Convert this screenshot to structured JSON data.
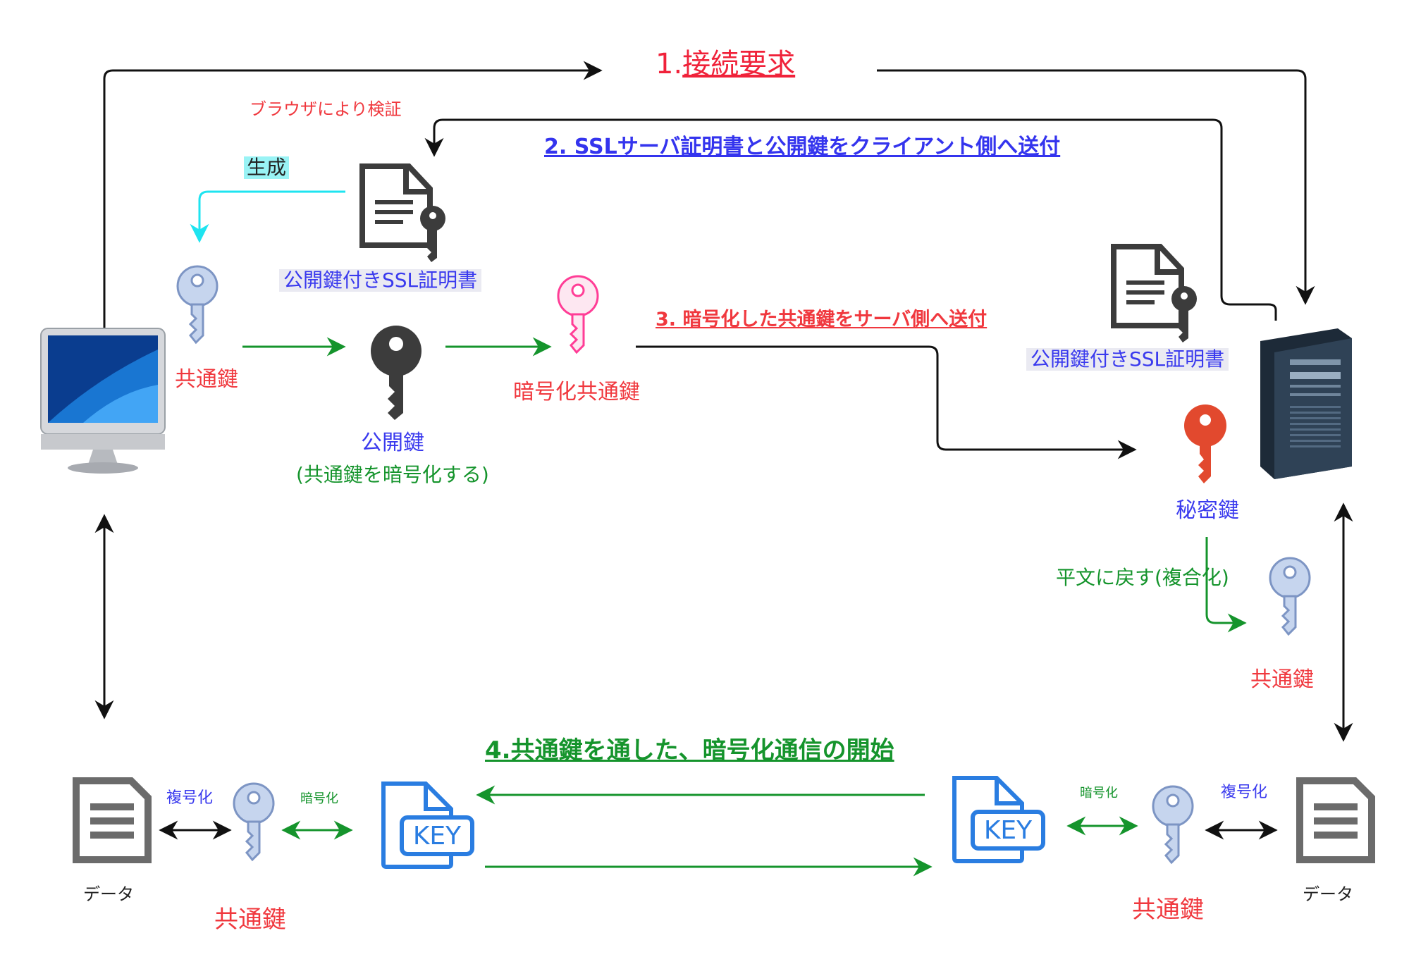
{
  "steps": {
    "step1_number": "1.",
    "step1_text": "接続要求",
    "step2": "2. SSLサーバ証明書と公開鍵をクライアント側へ送付",
    "step3": "3. 暗号化した共通鍵をサーバ側へ送付",
    "step4": "4.共通鍵を通した、暗号化通信の開始"
  },
  "client": {
    "browser_verify": "ブラウザにより検証",
    "generate": "生成",
    "cert_label": "公開鍵付きSSL証明書",
    "common_key": "共通鍵",
    "public_key": "公開鍵",
    "public_key_note": "(共通鍵を暗号化する)",
    "encrypted_common_key": "暗号化共通鍵"
  },
  "server": {
    "cert_label": "公開鍵付きSSL証明書",
    "private_key": "秘密鍵",
    "decrypt_note": "平文に戻す(複合化)",
    "common_key": "共通鍵"
  },
  "bottom_left": {
    "data_label": "データ",
    "decrypt": "複号化",
    "encrypt": "暗号化",
    "common_key": "共通鍵",
    "key_file_text": "KEY"
  },
  "bottom_right": {
    "data_label": "データ",
    "decrypt": "複号化",
    "encrypt": "暗号化",
    "common_key": "共通鍵",
    "key_file_text": "KEY"
  },
  "colors": {
    "red": "#f0383e",
    "blue": "#3a3aee",
    "green": "#15942c",
    "cyan": "#1ee4f0",
    "key_light": "#c6d5ee",
    "key_pink": "#ff3d96",
    "key_red": "#e2492e",
    "key_dark": "#3c3c3c",
    "file_blue": "#2a7de1"
  },
  "icons": [
    "monitor-icon",
    "server-icon",
    "certificate-icon",
    "key-icon",
    "document-icon",
    "key-file-icon"
  ]
}
